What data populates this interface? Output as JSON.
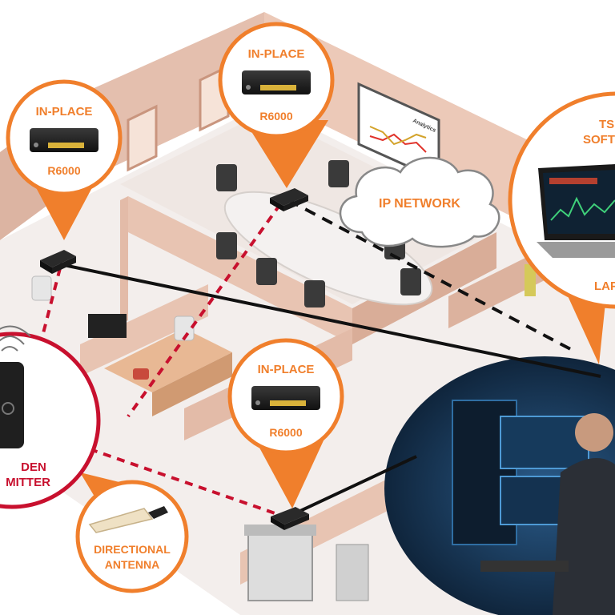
{
  "callouts": {
    "inplace_left": {
      "title": "IN-PLACE",
      "model": "R6000"
    },
    "inplace_top": {
      "title": "IN-PLACE",
      "model": "R6000"
    },
    "inplace_bottom": {
      "title": "IN-PLACE",
      "model": "R6000"
    },
    "antenna": {
      "line1": "DIRECTIONAL",
      "line2": "ANTENNA"
    },
    "transmitter": {
      "line1": "DEN",
      "line2": "MITTER"
    },
    "laptop": {
      "line1": "TS",
      "line2": "SOFT",
      "line3": "LAP"
    }
  },
  "cloud": {
    "label": "IP NETWORK"
  },
  "whiteboard": {
    "text": "Analytics"
  },
  "colors": {
    "accent": "#f07f2c",
    "transmitter": "#c8102e",
    "link_red": "#c8102e",
    "link_black": "#111111",
    "wall": "#e8c6b4",
    "floor": "#f2ecea"
  }
}
